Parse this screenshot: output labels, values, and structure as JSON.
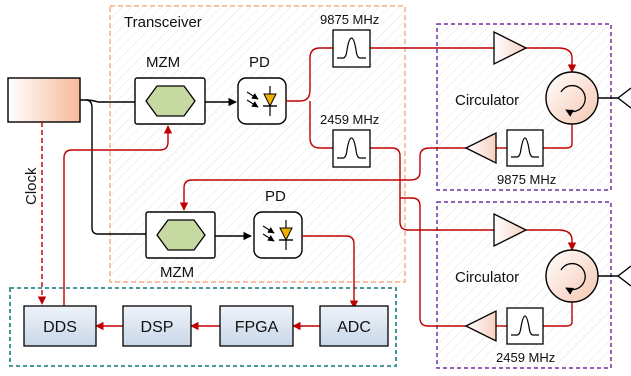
{
  "labels": {
    "transceiver": "Transceiver",
    "mzm_top": "MZM",
    "mzm_bottom": "MZM",
    "pd_top": "PD",
    "pd_bottom": "PD",
    "filter_top_freq": "9875 MHz",
    "filter_mid_freq": "2459 MHz",
    "circulator_top": "Circulator",
    "circulator_bottom": "Circulator",
    "rx_filter_top_freq": "9875 MHz",
    "rx_filter_bottom_freq": "2459 MHz",
    "clock": "Clock",
    "dds": "DDS",
    "dsp": "DSP",
    "fpga": "FPGA",
    "adc": "ADC"
  },
  "colors": {
    "electrical_signal": "#c00000",
    "optical_fiber": "#000000",
    "transceiver_border": "#f4b183",
    "antenna_unit_border": "#7030a0",
    "baseband_border": "#2e8b8b",
    "mzm_fill": "#c5d9a0",
    "pd_diode_fill": "#f0b000",
    "processing_block_fill": "#dce6f2",
    "amplifier_fill": "#f8d9cc",
    "laser_fill": "#f6b99a"
  },
  "icons": {
    "laser": "laser-source-icon",
    "modulator": "mach-zehnder-modulator-icon",
    "photodiode": "photodiode-icon",
    "bandpass_filter": "bandpass-filter-icon",
    "amplifier": "amplifier-triangle-icon",
    "circulator": "circulator-icon",
    "antenna": "antenna-icon"
  }
}
